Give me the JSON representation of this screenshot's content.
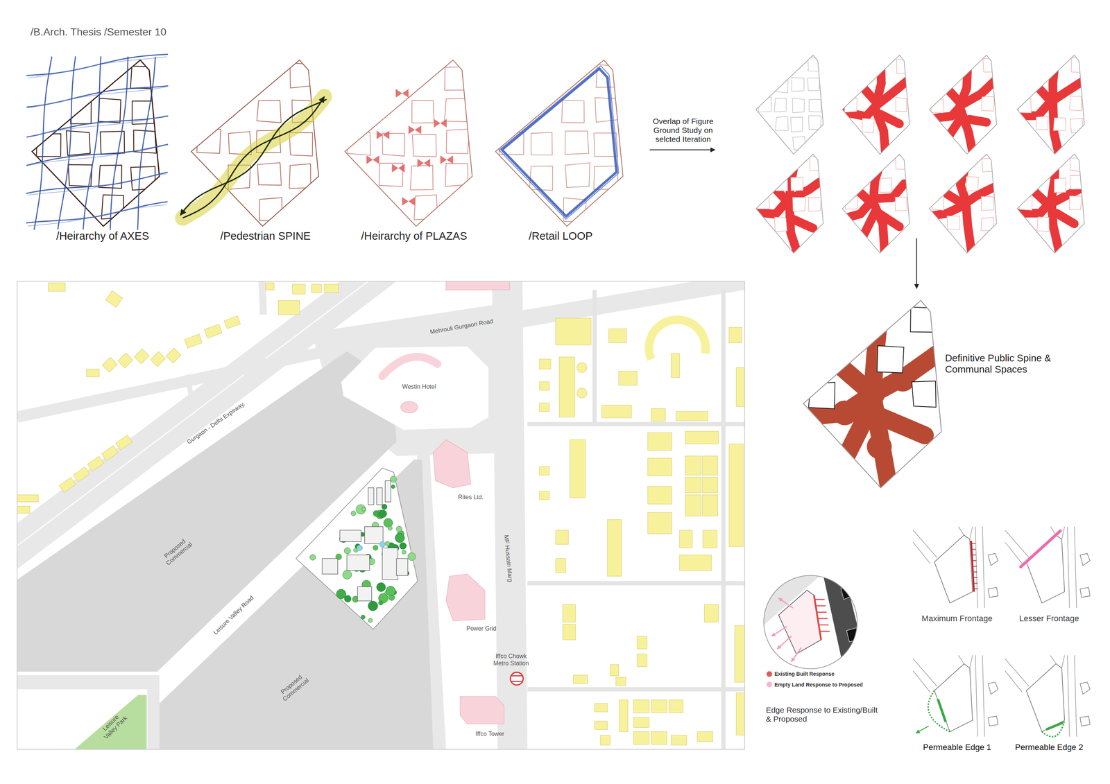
{
  "diagram": {
    "title": "/B.Arch. Thesis /Semester 10",
    "labels": [
      "/Heirarchy of AXES",
      "/Pedestrian SPINE",
      "/Heirarchy of PLAZAS",
      "/Retail LOOP",
      "Overlap of Figure Ground Study on selcted Iteration",
      "Definitive Public Spine & Communal Spaces",
      "Mehrouli Gurgaon Road",
      "Westin Hotel",
      "Gurgaon - Delhi Expsway.",
      "Rites Ltd.",
      "MF Hussain Marg",
      "Proposed Commercial",
      "Leisure Valley Road",
      "Power Grid",
      "Proposed Commercial",
      "Iffco Chowk Metro Station",
      "Iffco Tower",
      "Leisure Valley Park",
      "Edge Response to Existing/Built & Proposed",
      "Maximum Frontage",
      "Lesser Frontage",
      "Permeable Edge 1",
      "Permeable Edge 2"
    ],
    "legend": [
      {
        "text": "Existing Built Response",
        "color": "#e05a5a"
      },
      {
        "text": "Empty Land Response to Proposed",
        "color": "#f7b8cb"
      }
    ]
  }
}
